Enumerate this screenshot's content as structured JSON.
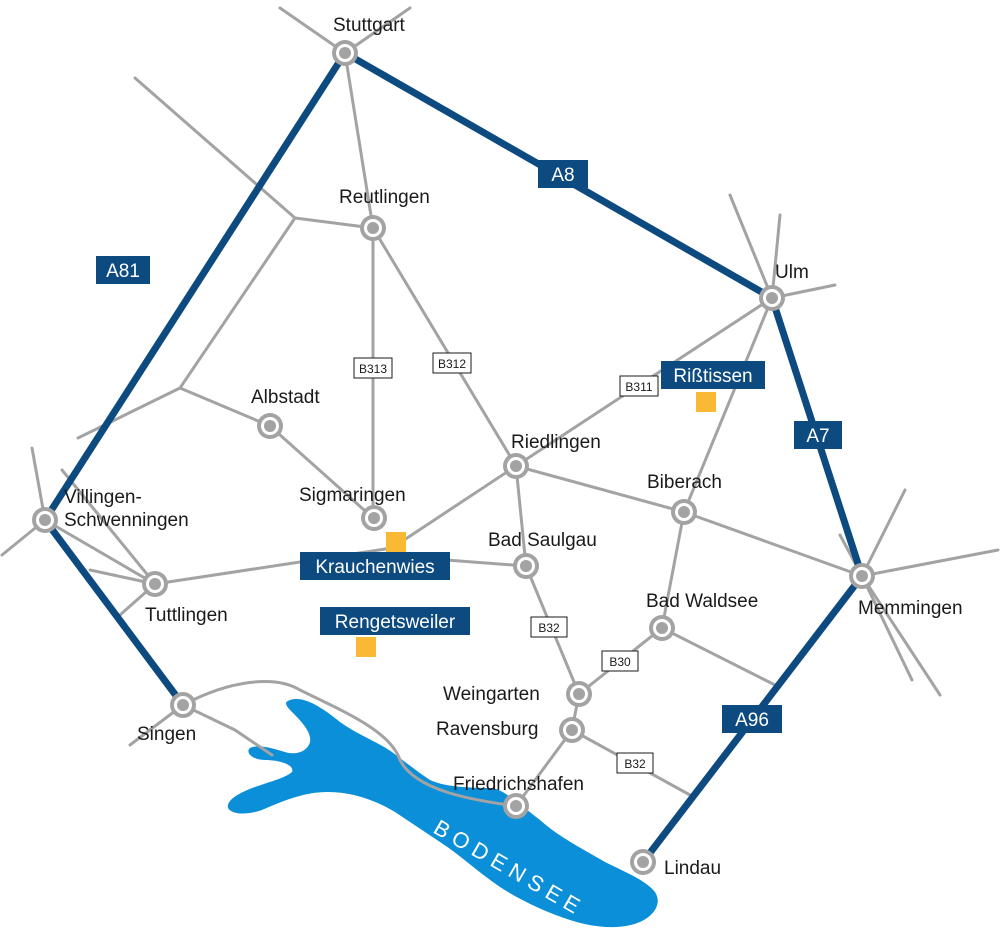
{
  "colors": {
    "highway": "#0c4a80",
    "road": "#a3a3a3",
    "lake": "#0a8fd8",
    "marker": "#f9b934",
    "label_box": "#0c4a80"
  },
  "lake": {
    "name": "BODENSEE"
  },
  "highways": [
    {
      "id": "A8",
      "label": "A8"
    },
    {
      "id": "A81",
      "label": "A81"
    },
    {
      "id": "A7",
      "label": "A7"
    },
    {
      "id": "A96",
      "label": "A96"
    }
  ],
  "federal_roads": [
    {
      "id": "B313",
      "label": "B313"
    },
    {
      "id": "B312",
      "label": "B312"
    },
    {
      "id": "B311",
      "label": "B311"
    },
    {
      "id": "B32a",
      "label": "B32"
    },
    {
      "id": "B30",
      "label": "B30"
    },
    {
      "id": "B32b",
      "label": "B32"
    }
  ],
  "cities": [
    {
      "id": "stuttgart",
      "name": "Stuttgart"
    },
    {
      "id": "reutlingen",
      "name": "Reutlingen"
    },
    {
      "id": "ulm",
      "name": "Ulm"
    },
    {
      "id": "albstadt",
      "name": "Albstadt"
    },
    {
      "id": "riedlingen",
      "name": "Riedlingen"
    },
    {
      "id": "biberach",
      "name": "Biberach"
    },
    {
      "id": "sigmaringen",
      "name": "Sigmaringen"
    },
    {
      "id": "villingen1",
      "name": "Villingen-"
    },
    {
      "id": "villingen2",
      "name": "Schwenningen"
    },
    {
      "id": "badsaulgau",
      "name": "Bad Saulgau"
    },
    {
      "id": "memmingen",
      "name": "Memmingen"
    },
    {
      "id": "tuttlingen",
      "name": "Tuttlingen"
    },
    {
      "id": "badwaldsee",
      "name": "Bad Waldsee"
    },
    {
      "id": "weingarten",
      "name": "Weingarten"
    },
    {
      "id": "ravensburg",
      "name": "Ravensburg"
    },
    {
      "id": "singen",
      "name": "Singen"
    },
    {
      "id": "friedrichshafen",
      "name": "Friedrichshafen"
    },
    {
      "id": "lindau",
      "name": "Lindau"
    }
  ],
  "locations": [
    {
      "id": "risstissen",
      "name": "Rißtissen"
    },
    {
      "id": "krauchenwies",
      "name": "Krauchenwies"
    },
    {
      "id": "rengetsweiler",
      "name": "Rengetsweiler"
    }
  ]
}
